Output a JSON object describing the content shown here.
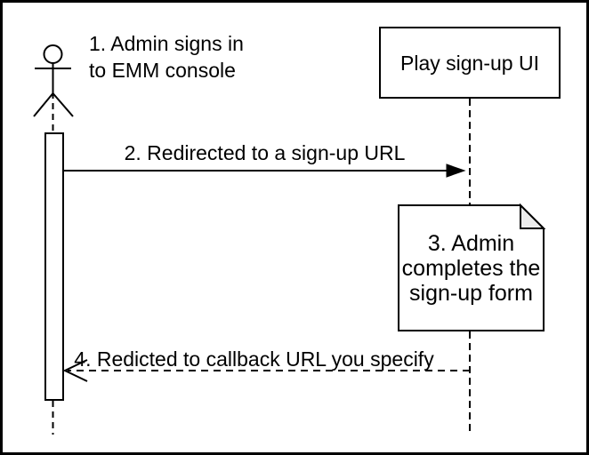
{
  "diagram": {
    "type": "sequence-diagram",
    "actor": {
      "label_line1": "1. Admin signs in",
      "label_line2": "to EMM console"
    },
    "participant": {
      "label": "Play sign-up UI"
    },
    "messages": [
      {
        "label": "2. Redirected to a sign-up URL",
        "line_style": "solid",
        "arrowhead": "filled",
        "direction": "right"
      },
      {
        "label": "4. Redicted to callback URL you specify",
        "line_style": "dashed",
        "arrowhead": "open",
        "direction": "left"
      }
    ],
    "note": {
      "line1": "3. Admin",
      "line2": "completes the",
      "line3": "sign-up form"
    },
    "colors": {
      "stroke": "#000000",
      "fill": "#ffffff",
      "note_fold_fill": "#ececec"
    }
  }
}
